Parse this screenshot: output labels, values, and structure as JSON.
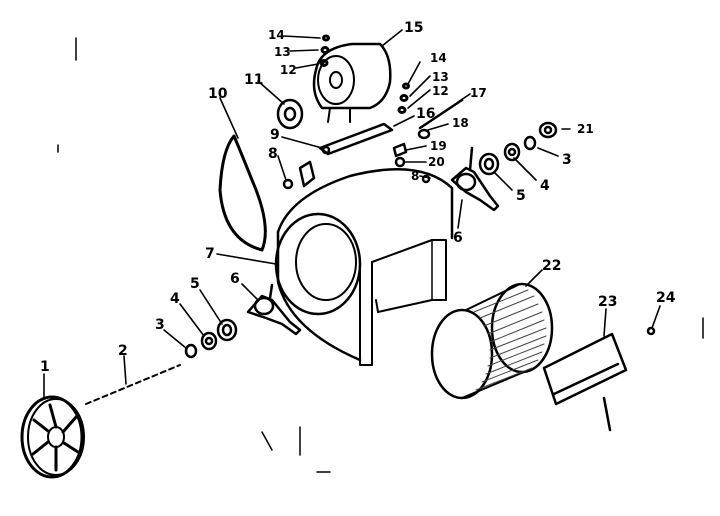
{
  "diagram": {
    "callouts": [
      {
        "id": "c1",
        "text": "1"
      },
      {
        "id": "c2",
        "text": "2"
      },
      {
        "id": "c3a",
        "text": "3"
      },
      {
        "id": "c3b",
        "text": "3"
      },
      {
        "id": "c4a",
        "text": "4"
      },
      {
        "id": "c4b",
        "text": "4"
      },
      {
        "id": "c5a",
        "text": "5"
      },
      {
        "id": "c5b",
        "text": "5"
      },
      {
        "id": "c6a",
        "text": "6"
      },
      {
        "id": "c6b",
        "text": "6"
      },
      {
        "id": "c7",
        "text": "7"
      },
      {
        "id": "c8a",
        "text": "8"
      },
      {
        "id": "c8b",
        "text": "8"
      },
      {
        "id": "c9",
        "text": "9"
      },
      {
        "id": "c10",
        "text": "10"
      },
      {
        "id": "c11",
        "text": "11"
      },
      {
        "id": "c12a",
        "text": "12"
      },
      {
        "id": "c12b",
        "text": "12"
      },
      {
        "id": "c13a",
        "text": "13"
      },
      {
        "id": "c13b",
        "text": "13"
      },
      {
        "id": "c14a",
        "text": "14"
      },
      {
        "id": "c14b",
        "text": "14"
      },
      {
        "id": "c15",
        "text": "15"
      },
      {
        "id": "c16",
        "text": "16"
      },
      {
        "id": "c17",
        "text": "17"
      },
      {
        "id": "c18",
        "text": "18"
      },
      {
        "id": "c19",
        "text": "19"
      },
      {
        "id": "c20",
        "text": "20"
      },
      {
        "id": "c21",
        "text": "21"
      },
      {
        "id": "c22",
        "text": "22"
      },
      {
        "id": "c23",
        "text": "23"
      },
      {
        "id": "c24",
        "text": "24"
      }
    ]
  }
}
